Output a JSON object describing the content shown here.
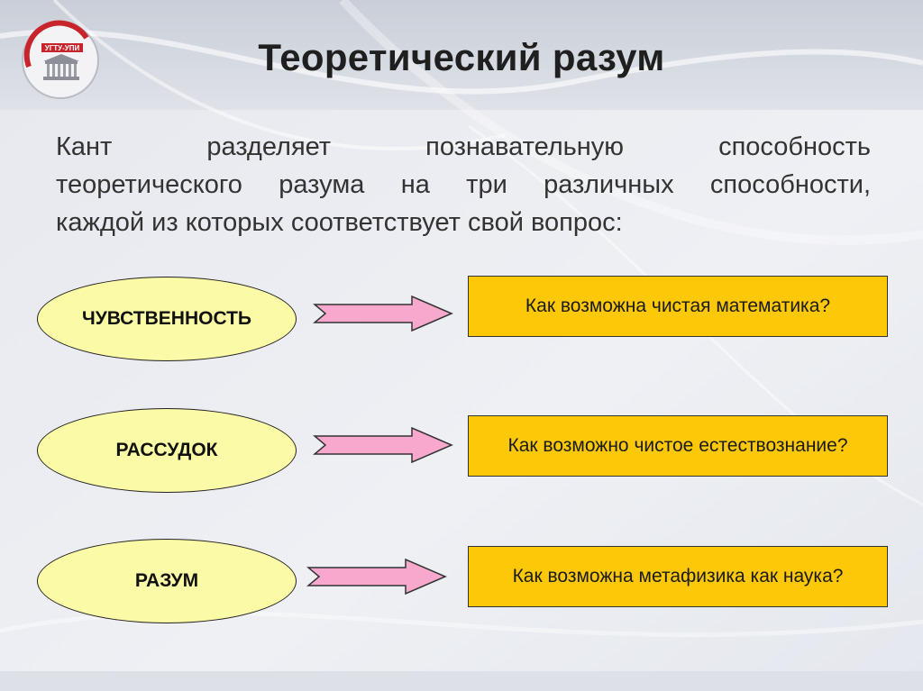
{
  "slide": {
    "title": "Теоретический разум",
    "intro_lines": [
      "Кант разделяет познавательную способность",
      "теоретического разума на три различных способности,",
      "каждой из которых соответствует свой вопрос:"
    ],
    "logo": {
      "icon": "university-building-icon",
      "text": "УГТУ-УПИ"
    }
  },
  "rows": [
    {
      "faculty": "ЧУВСТВЕННОСТЬ",
      "question": "Как возможна чистая математика?"
    },
    {
      "faculty": "РАССУДОК",
      "question": "Как возможно чистое естествознание?"
    },
    {
      "faculty": "РАЗУМ",
      "question": "Как возможна метафизика как наука?"
    }
  ],
  "colors": {
    "ellipse_fill": "#fbfaa6",
    "box_fill": "#fdc807",
    "arrow_fill": "#f7a8cc",
    "logo_red": "#c8242b"
  }
}
